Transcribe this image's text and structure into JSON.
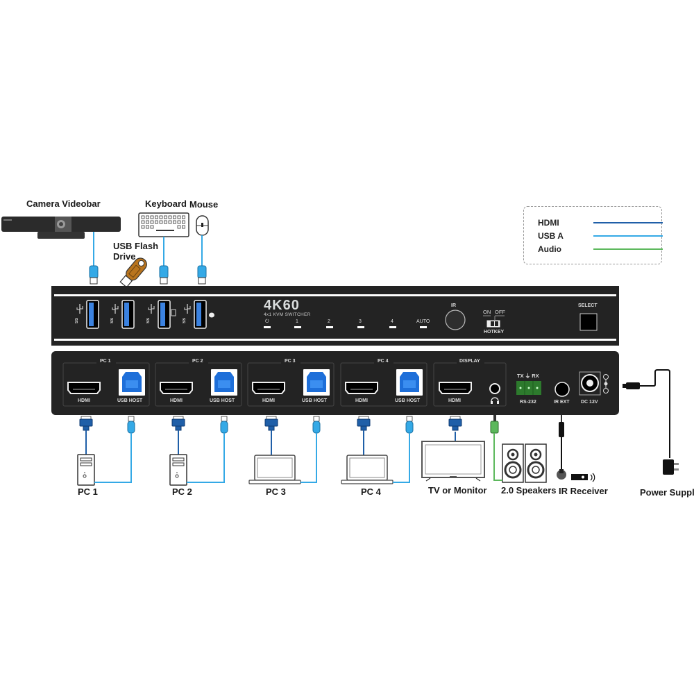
{
  "devices_top": {
    "camera": "Camera Videobar",
    "keyboard": "Keyboard",
    "mouse": "Mouse",
    "flash_drive_line1": "USB Flash",
    "flash_drive_line2": "Drive"
  },
  "legend": {
    "items": [
      {
        "label": "HDMI",
        "color": "#1f5fa8"
      },
      {
        "label": "USB A",
        "color": "#34a9e6"
      },
      {
        "label": "Audio",
        "color": "#5cb85c"
      }
    ]
  },
  "front_panel": {
    "title": "4K60",
    "subtitle": "4x1 KVM SWITCHER",
    "usb_port_label": "SS",
    "led_labels": [
      "⏻",
      "1",
      "2",
      "3",
      "4",
      "AUTO"
    ],
    "ir_label": "IR",
    "hotkey_on": "ON",
    "hotkey_off": "OFF",
    "hotkey_label": "HOTKEY",
    "select_label": "SELECT"
  },
  "rear_panel": {
    "groups": [
      {
        "title": "PC 1",
        "hdmi": "HDMI",
        "usb": "USB HOST"
      },
      {
        "title": "PC 2",
        "hdmi": "HDMI",
        "usb": "USB HOST"
      },
      {
        "title": "PC 3",
        "hdmi": "HDMI",
        "usb": "USB HOST"
      },
      {
        "title": "PC 4",
        "hdmi": "HDMI",
        "usb": "USB HOST"
      }
    ],
    "display_title": "DISPLAY",
    "display_hdmi": "HDMI",
    "rs232_top": "TX ⏚ RX",
    "rs232_label": "RS-232",
    "ir_ext_label": "IR EXT",
    "dc_label": "DC 12V"
  },
  "devices_bottom": {
    "pc1": "PC 1",
    "pc2": "PC 2",
    "pc3": "PC 3",
    "pc4": "PC 4",
    "monitor": "TV or Monitor",
    "speakers": "2.0 Speakers",
    "ir_receiver": "IR Receiver",
    "power": "Power Supply"
  },
  "colors": {
    "hdmi": "#1f5fa8",
    "usb": "#34a9e6",
    "audio": "#5cb85c",
    "panel": "#232323",
    "usb_port_fill": "#3b82e0",
    "terminal_green": "#2d7a2d"
  }
}
